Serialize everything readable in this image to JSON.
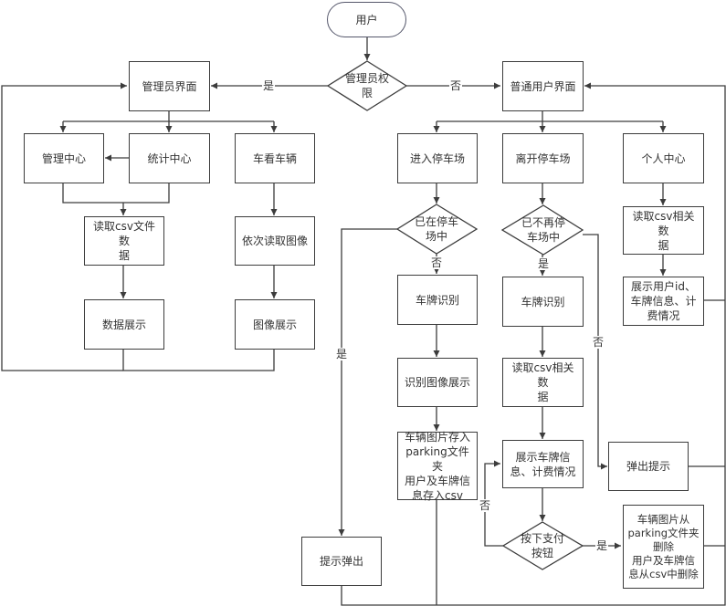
{
  "diagram": {
    "type": "flowchart",
    "line_color": "#3c3c3c",
    "nodes": {
      "user": {
        "label": "用户",
        "shape": "terminal"
      },
      "admin_check": {
        "label": "管理员权\n限",
        "shape": "decision"
      },
      "admin_ui": {
        "label": "管理员界面",
        "shape": "process"
      },
      "user_ui": {
        "label": "普通用户界面",
        "shape": "process"
      },
      "manage_center": {
        "label": "管理中心",
        "shape": "process"
      },
      "stats_center": {
        "label": "统计中心",
        "shape": "process"
      },
      "view_vehicles": {
        "label": "车看车辆",
        "shape": "process"
      },
      "read_csv_file": {
        "label": "读取csv文件数\n据",
        "shape": "process"
      },
      "data_display": {
        "label": "数据展示",
        "shape": "process"
      },
      "read_images": {
        "label": "依次读取图像",
        "shape": "process"
      },
      "image_display": {
        "label": "图像展示",
        "shape": "process"
      },
      "enter_lot": {
        "label": "进入停车场",
        "shape": "process"
      },
      "leave_lot": {
        "label": "离开停车场",
        "shape": "process"
      },
      "personal_center": {
        "label": "个人中心",
        "shape": "process"
      },
      "already_in_lot": {
        "label": "已在停车\n场中",
        "shape": "decision"
      },
      "no_longer_in_lot": {
        "label": "已不再停\n车场中",
        "shape": "decision"
      },
      "plate_recog_enter": {
        "label": "车牌识别",
        "shape": "process"
      },
      "plate_recog_leave": {
        "label": "车牌识别",
        "shape": "process"
      },
      "recog_image_display": {
        "label": "识别图像展示",
        "shape": "process"
      },
      "read_csv_leave": {
        "label": "读取csv相关数\n据",
        "shape": "process"
      },
      "save_vehicle": {
        "label": "车辆图片存入\nparking文件夹\n用户及车牌信\n息存入csv",
        "shape": "process"
      },
      "show_plate_fee": {
        "label": "展示车牌信\n息、计费情况",
        "shape": "process"
      },
      "popup_hint_right": {
        "label": "弹出提示",
        "shape": "process"
      },
      "pay_button": {
        "label": "按下支付\n按钮",
        "shape": "decision"
      },
      "delete_vehicle": {
        "label": "车辆图片从\nparking文件夹\n删除\n用户及车牌信\n息从csv中删除",
        "shape": "process"
      },
      "popup_hint_left": {
        "label": "提示弹出",
        "shape": "process"
      },
      "read_csv_personal": {
        "label": "读取csv相关数\n据",
        "shape": "process"
      },
      "show_user_info": {
        "label": "展示用户id、\n车牌信息、计\n费情况",
        "shape": "process"
      }
    },
    "edge_labels": {
      "admin_yes": "是",
      "admin_no": "否",
      "in_lot_no": "否",
      "in_lot_yes": "是",
      "not_in_lot_yes": "是",
      "not_in_lot_no": "否",
      "pay_no": "否",
      "pay_yes": "是"
    }
  }
}
